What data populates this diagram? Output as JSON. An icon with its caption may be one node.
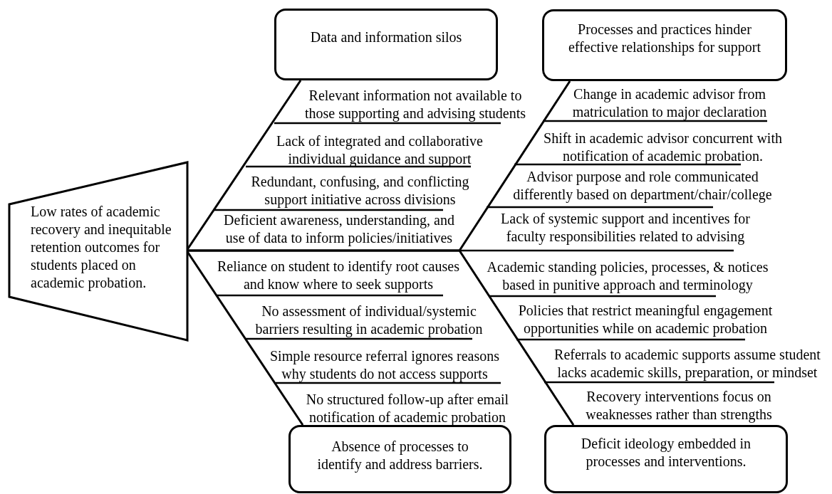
{
  "diagram": {
    "nodes": [
      {
        "text": [
          "Low rates of academic recovery and inequitable retention outcomes for students placed on academic probation."
        ]
      },
      {
        "text": [
          "Data and information silos"
        ]
      },
      {
        "text": [
          "Processes and practices hinder effective relationships for support"
        ]
      },
      {
        "text": [
          "Absence of processes to identify and address barriers."
        ]
      },
      {
        "text": [
          "Deficit ideology embedded in processes and interventions."
        ]
      }
    ],
    "edges": [
      {
        "from": 1,
        "to": 0,
        "arrow": "none"
      },
      {
        "from": 2,
        "to": 0,
        "arrow": "none"
      },
      {
        "from": 3,
        "to": 0,
        "arrow": "none"
      },
      {
        "from": 4,
        "to": 0,
        "arrow": "none"
      }
    ],
    "labels": [
      "Relevant information not available to those supporting and advising students",
      "Lack of integrated and collaborative individual guidance and support",
      "Redundant, confusing, and conflicting support initiative across divisions",
      "Deficient awareness, understanding, and use of data to inform policies/initiatives",
      "Change in academic advisor from matriculation to major declaration",
      "Shift in academic advisor concurrent with notification of academic probation.",
      "Advisor purpose and role communicated differently based on department/chair/college",
      "Lack of systemic support and incentives for faculty responsibilities related to advising",
      "Reliance on student to identify root causes and know where to seek supports",
      "No assessment of individual/systemic barriers resulting in academic probation",
      "Simple resource referral ignores reasons why students do not access supports",
      "No structured follow-up after email notification of academic probation",
      "Academic standing policies, processes, & notices based in punitive approach and terminology",
      "Policies that restrict meaningful engagement opportunities while on academic probation",
      "Referrals to academic supports assume student lacks academic skills, preparation, or mindset",
      "Recovery interventions focus on weaknesses rather than strengths"
    ]
  }
}
